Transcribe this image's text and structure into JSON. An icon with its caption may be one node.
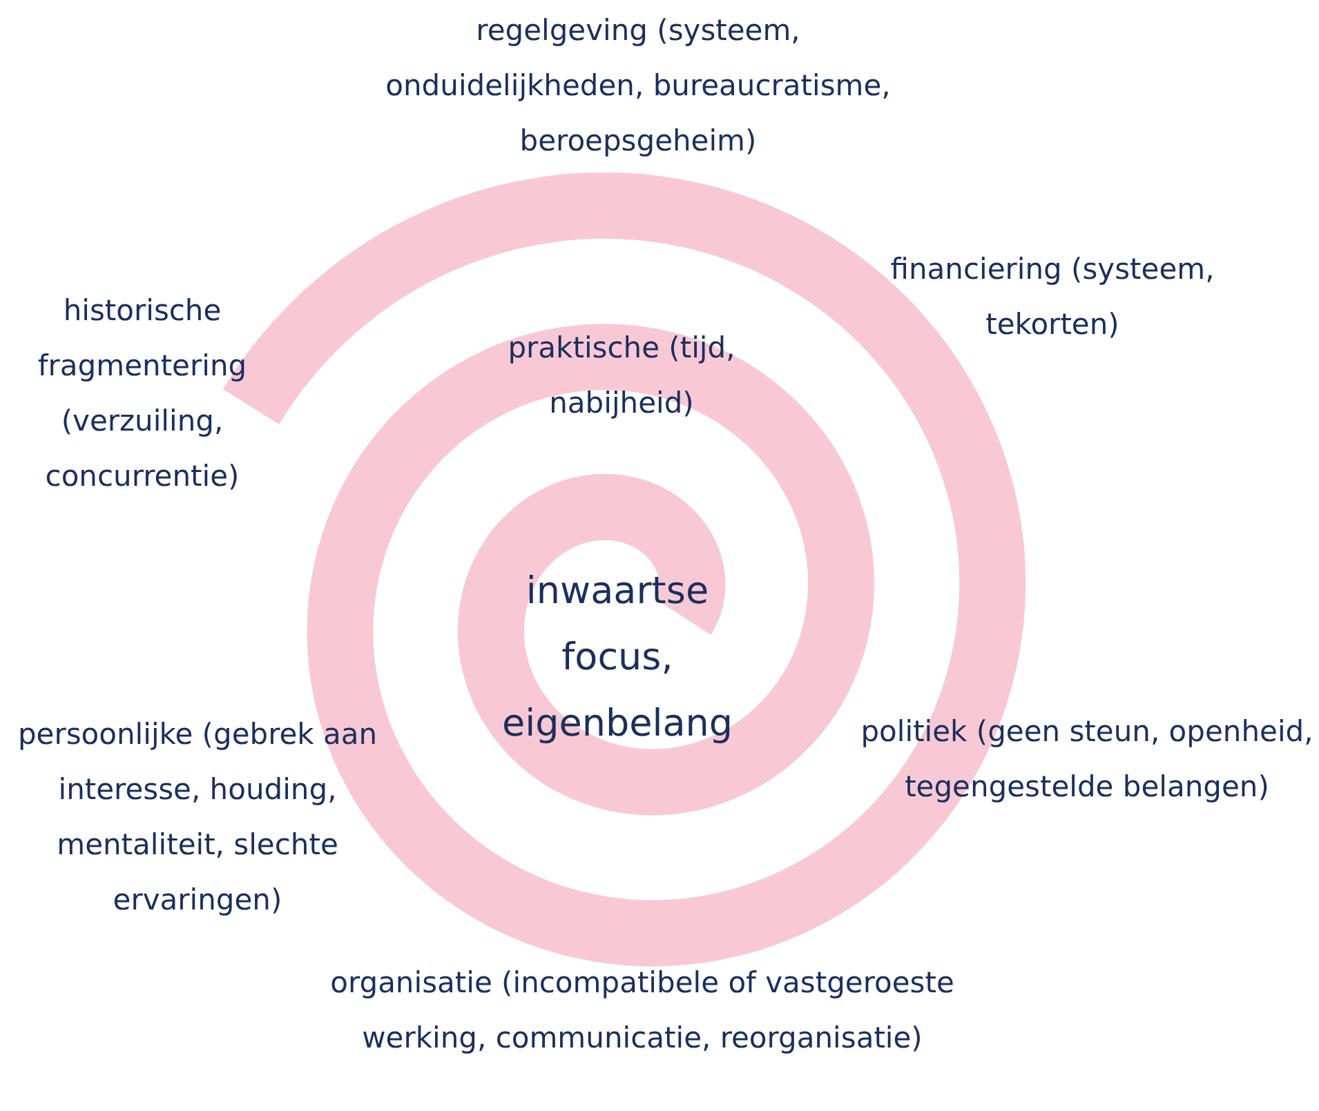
{
  "diagram": {
    "labels": [
      "regelgeving (systeem, onduidelijkheden, bureaucratisme, beroepsgeheim)",
      "historische fragmentering (verzuiling, concurrentie)",
      "financiering (systeem, tekorten)",
      "praktische (tijd, nabijheid)",
      "inwaartse focus, eigenbelang",
      "persoonlijke (gebrek aan interesse, houding, mentaliteit, slechte ervaringen)",
      "politiek (geen steun, openheid, tegengestelde belangen)",
      "organisatie (incompatibele of vastgeroeste werking, communicatie, reorganisatie)"
    ]
  }
}
